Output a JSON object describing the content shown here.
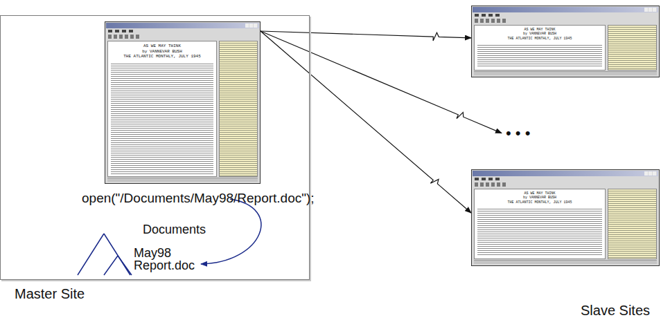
{
  "diagram": {
    "nodes": [
      {
        "text": [
          "Master Site"
        ]
      },
      {
        "text": [
          "AS WE MAY THINK",
          "by VANNEVAR BUSH",
          "THE ATLANTIC MONTHLY, JULY 1945"
        ],
        "in": 0
      },
      {
        "text": [
          "AS WE MAY THINK",
          "by VANNEVAR BUSH",
          "THE ATLANTIC MONTHLY, JULY 1945"
        ]
      },
      {
        "text": [
          "AS WE MAY THINK",
          "by VANNEVAR BUSH",
          "THE ATLANTIC MONTHLY, JULY 1945"
        ]
      }
    ],
    "edges": [
      {
        "from": 1,
        "to": 2,
        "arrow": "to"
      },
      {
        "from": 1,
        "to": 3,
        "arrow": "to"
      }
    ],
    "labels": [
      "open(\"/Documents/May98/Report.doc\");",
      "Documents",
      "May98",
      "Report.doc",
      "• • •",
      "Slave Sites"
    ]
  }
}
